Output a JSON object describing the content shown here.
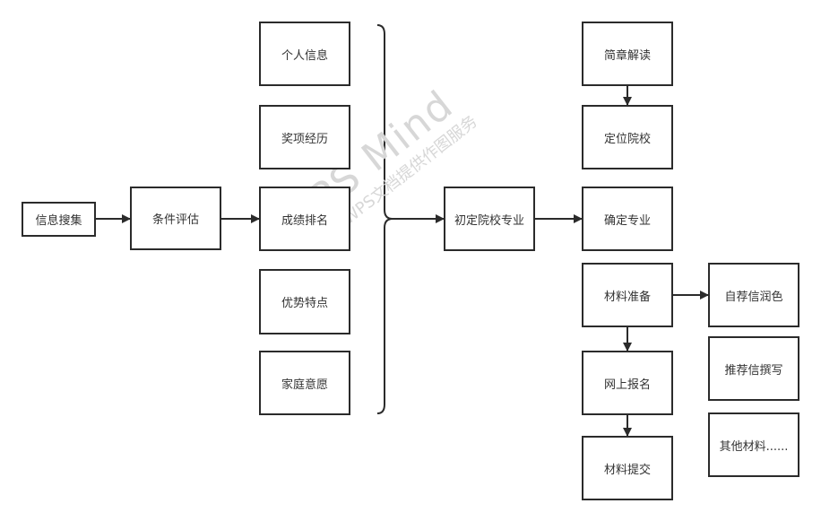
{
  "nodes": {
    "info_collect": "信息搜集",
    "condition_eval": "条件评估",
    "personal_info": "个人信息",
    "awards": "奖项经历",
    "grades_rank": "成绩排名",
    "strengths": "优势特点",
    "family_wish": "家庭意愿",
    "initial_choice": "初定院校专业",
    "brochure": "简章解读",
    "target_school": "定位院校",
    "confirm_major": "确定专业",
    "materials_prep": "材料准备",
    "personal_statement": "自荐信润色",
    "recommendation": "推荐信撰写",
    "other_materials": "其他材料......",
    "online_signup": "网上报名",
    "submit_materials": "材料提交"
  },
  "watermark": {
    "title": "WPS Mind",
    "subtitle": "WPS文档提供作图服务"
  }
}
